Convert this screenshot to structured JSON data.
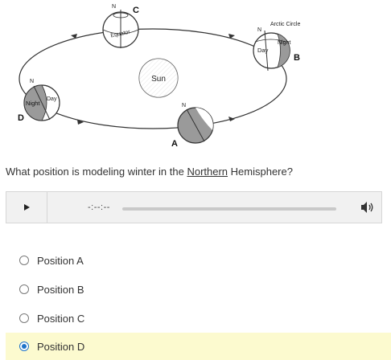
{
  "diagram": {
    "sun_label": "Sun",
    "positions": {
      "a": "A",
      "b": "B",
      "c": "C",
      "d": "D"
    },
    "north_labels": {
      "a": "N",
      "b": "N",
      "c": "N",
      "d": "N"
    },
    "arctic_circle_label": "Arctic Circle",
    "b_day_label": "Day",
    "b_night_label": "Night",
    "c_equator_label": "Equator",
    "d_night_label": "Night",
    "d_day_label": "Day"
  },
  "question": {
    "before": "What position is modeling winter in the ",
    "underlined": "Northern",
    "after": " Hemisphere?"
  },
  "audio": {
    "time_text": "-:--:--",
    "progress": 0,
    "icons": {
      "play": "play-icon",
      "volume": "volume-icon"
    }
  },
  "options": [
    {
      "label": "Position A",
      "selected": false
    },
    {
      "label": "Position B",
      "selected": false
    },
    {
      "label": "Position C",
      "selected": false
    },
    {
      "label": "Position D",
      "selected": true
    }
  ],
  "colors": {
    "selected_bg": "#fcfacf",
    "radio_checked": "#1e73c8"
  }
}
